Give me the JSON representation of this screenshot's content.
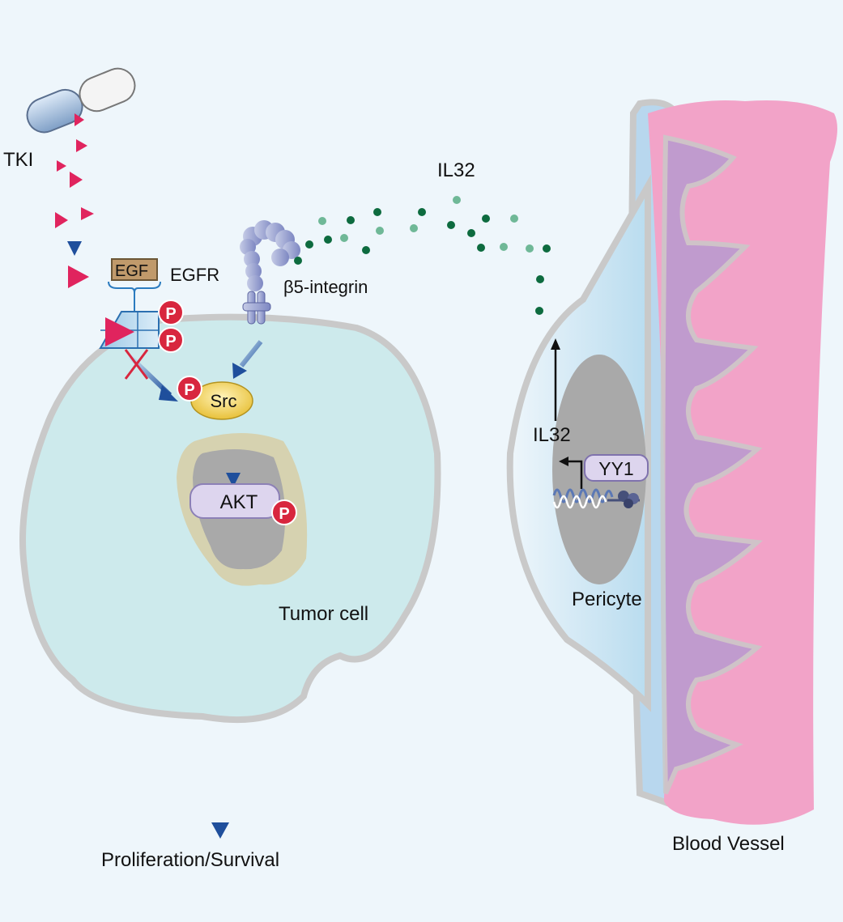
{
  "labels": {
    "tki": "TKI",
    "egf": "EGF",
    "egfr": "EGFR",
    "integrin": "β5-integrin",
    "il32_top": "IL32",
    "src": "Src",
    "akt": "AKT",
    "tumor_cell": "Tumor cell",
    "il32_pericyte": "IL32",
    "yy1": "YY1",
    "pericyte": "Pericyte",
    "blood_vessel": "Blood Vessel",
    "outcome": "Proliferation/Survival",
    "phospho": "P"
  },
  "colors": {
    "background": "#eef6fb",
    "tumor_cell_fill": "#cdeaec",
    "cell_outline": "#c9c9c9",
    "nucleus_outer": "#d6d2b0",
    "nucleus_inner": "#a9a9a9",
    "pericyte_fill": "#c9e3f2",
    "blood_vessel": "#f2a3c8",
    "vessel_membrane": "#b1cce8",
    "arrow_blue": "#1f4f9c",
    "tki_triangle": "#e0245e",
    "il32_dark": "#0d6b3f",
    "il32_light": "#6fb897",
    "phospho_red": "#d8263e",
    "src_yellow": "#f2d35c",
    "akt_lavender": "#ddd5ee",
    "egf_tan": "#c09a6b"
  }
}
